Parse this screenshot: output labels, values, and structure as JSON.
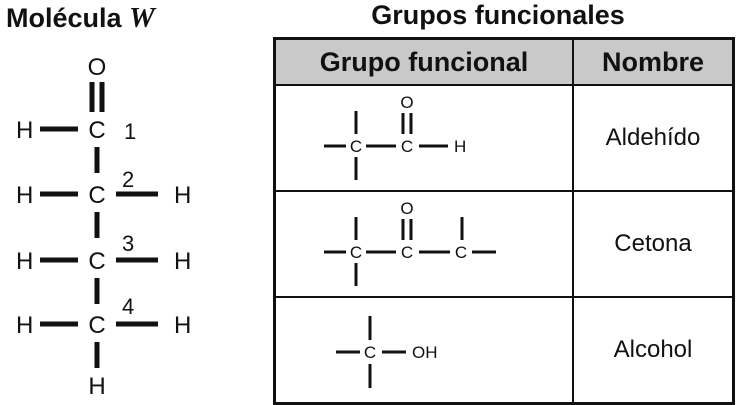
{
  "molecule": {
    "title": "Molécula",
    "title_variable": "W",
    "atoms": {
      "O": "O",
      "C": "C",
      "H": "H"
    },
    "carbon_numbers": [
      "1",
      "2",
      "3",
      "4"
    ]
  },
  "table": {
    "title": "Grupos funcionales",
    "headers": {
      "group": "Grupo funcional",
      "name": "Nombre"
    },
    "rows": [
      {
        "name": "Aldehído",
        "symbols": {
          "C": "C",
          "O": "O",
          "H": "H"
        }
      },
      {
        "name": "Cetona",
        "symbols": {
          "C": "C",
          "O": "O"
        }
      },
      {
        "name": "Alcohol",
        "symbols": {
          "C": "C",
          "OH": "OH"
        }
      }
    ]
  }
}
